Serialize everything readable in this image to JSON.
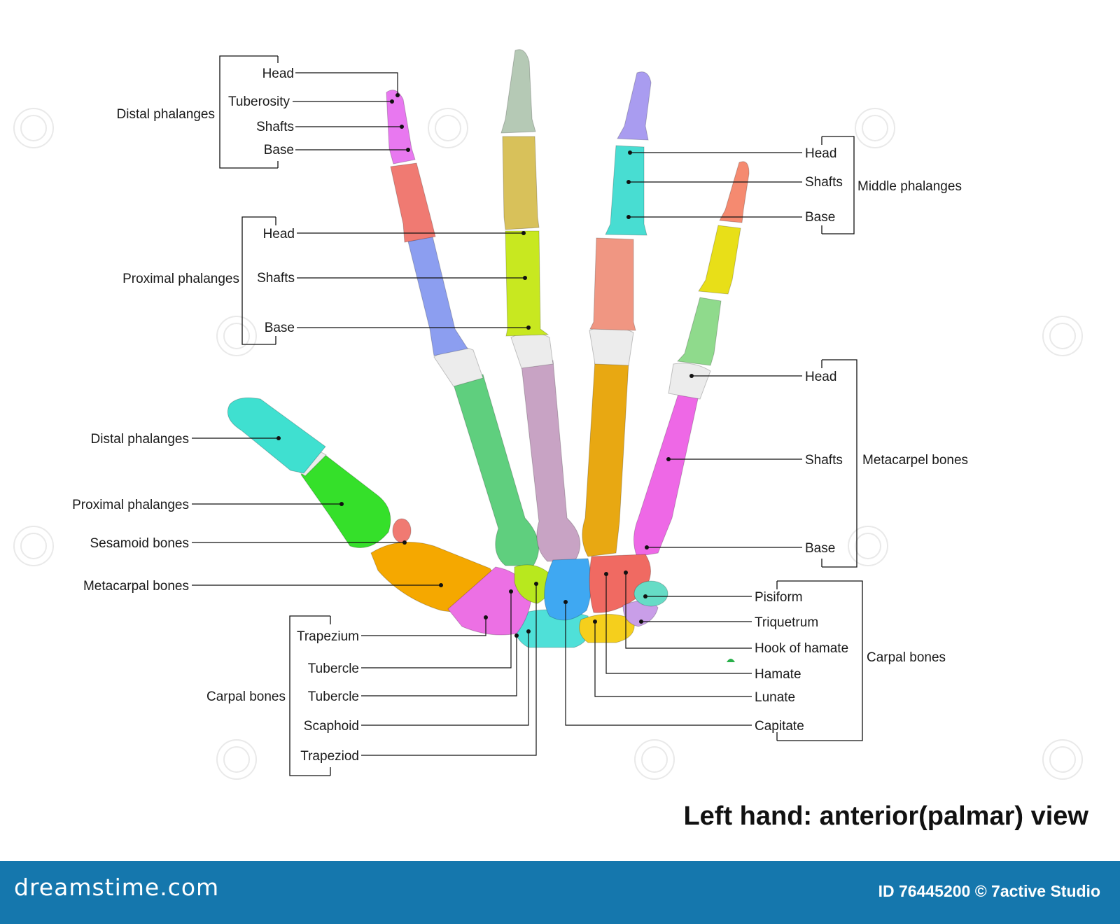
{
  "title": "Left hand: anterior(palmar) view",
  "footer": {
    "brand": "dreamstime.com",
    "credit": "ID 76445200 © 7active Studio"
  },
  "groups": {
    "distal_phalanges_top": "Distal phalanges",
    "proximal_phalanges_top": "Proximal phalanges",
    "middle_phalanges": "Middle phalanges",
    "metacarpel_bones": "Metacarpel bones",
    "carpal_bones_left": "Carpal bones",
    "carpal_bones_right": "Carpal bones"
  },
  "labels": {
    "distal_head": "Head",
    "distal_tuberosity": "Tuberosity",
    "distal_shafts": "Shafts",
    "distal_base": "Base",
    "proximal_head": "Head",
    "proximal_shafts": "Shafts",
    "proximal_base": "Base",
    "middle_head": "Head",
    "middle_shafts": "Shafts",
    "middle_base": "Base",
    "meta_head": "Head",
    "meta_shafts": "Shafts",
    "meta_base": "Base",
    "thumb_distal": "Distal phalanges",
    "thumb_proximal": "Proximal phalanges",
    "sesamoid": "Sesamoid bones",
    "thumb_metacarpal": "Metacarpal bones",
    "trapezium": "Trapezium",
    "tubercle1": "Tubercle",
    "tubercle2": "Tubercle",
    "scaphoid": "Scaphoid",
    "trapeziod": "Trapeziod",
    "pisiform": "Pisiform",
    "triquetrum": "Triquetrum",
    "hook_of_hamate": "Hook of hamate",
    "hamate": "Hamate",
    "lunate": "Lunate",
    "capitate": "Capitate"
  },
  "colors": {
    "footer": "#1577ad",
    "thumb_distal": "#3fe0d0",
    "thumb_proximal": "#35e02a",
    "thumb_metacarpal": "#f5a800",
    "index_distal": "#e878f0",
    "index_middle": "#f07a72",
    "index_proximal": "#8c9ef0",
    "index_metacarpal": "#5fcf7e",
    "middle_distal": "#b5c9b5",
    "middle_middle": "#d8c15a",
    "middle_proximal": "#c8e820",
    "middle_metacarpal": "#c8a3c4",
    "ring_distal": "#a99cf0",
    "ring_middle": "#48ddd2",
    "ring_proximal": "#f09682",
    "ring_metacarpal": "#e8a812",
    "little_distal": "#f58a70",
    "little_middle": "#e8df18",
    "little_proximal": "#8fda8c",
    "little_metacarpal": "#ee68e6",
    "cartilage": "#ececec",
    "capitate": "#3fa8f2",
    "hamate": "#f06a62",
    "pisiform": "#66dcc6",
    "trapezium": "#ec70e4",
    "trapezoid": "#b8e81e",
    "scaphoid": "#4fe0d8",
    "lunate": "#f5cf1c",
    "triquetrum": "#c99ee8"
  }
}
